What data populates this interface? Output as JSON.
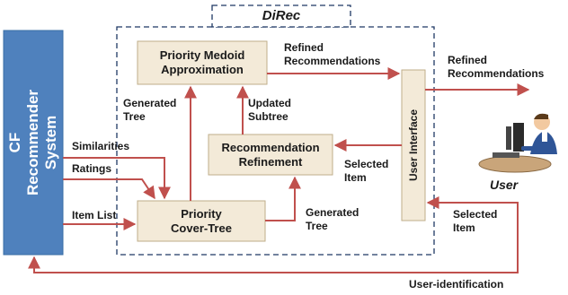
{
  "title": "DiRec",
  "nodes": {
    "cf_system": "CF Recommender\nSystem",
    "priority_medoid": "Priority Medoid\nApproximation",
    "recommendation_refinement": "Recommendation\nRefinement",
    "priority_cover_tree": "Priority\nCover-Tree",
    "user_interface": "User Interface",
    "user": "User"
  },
  "edge_labels": {
    "refined_recommendations_inner": "Refined\nRecommendations",
    "refined_recommendations_outer": "Refined\nRecommendations",
    "generated_tree_left": "Generated\nTree",
    "updated_subtree": "Updated\nSubtree",
    "similarities": "Similarities",
    "ratings": "Ratings",
    "item_list": "Item List",
    "generated_tree_bottom": "Generated\nTree",
    "selected_item_inner": "Selected\nItem",
    "selected_item_user": "Selected\nItem",
    "user_identification": "User-identification"
  },
  "colors": {
    "cf_fill": "#4f81bd",
    "box_fill": "#f3ead8",
    "box_stroke": "#bfae8a",
    "arrow": "#c0504d",
    "dashed_border": "#1f3864"
  },
  "icons": [
    "user-at-computer-icon"
  ]
}
